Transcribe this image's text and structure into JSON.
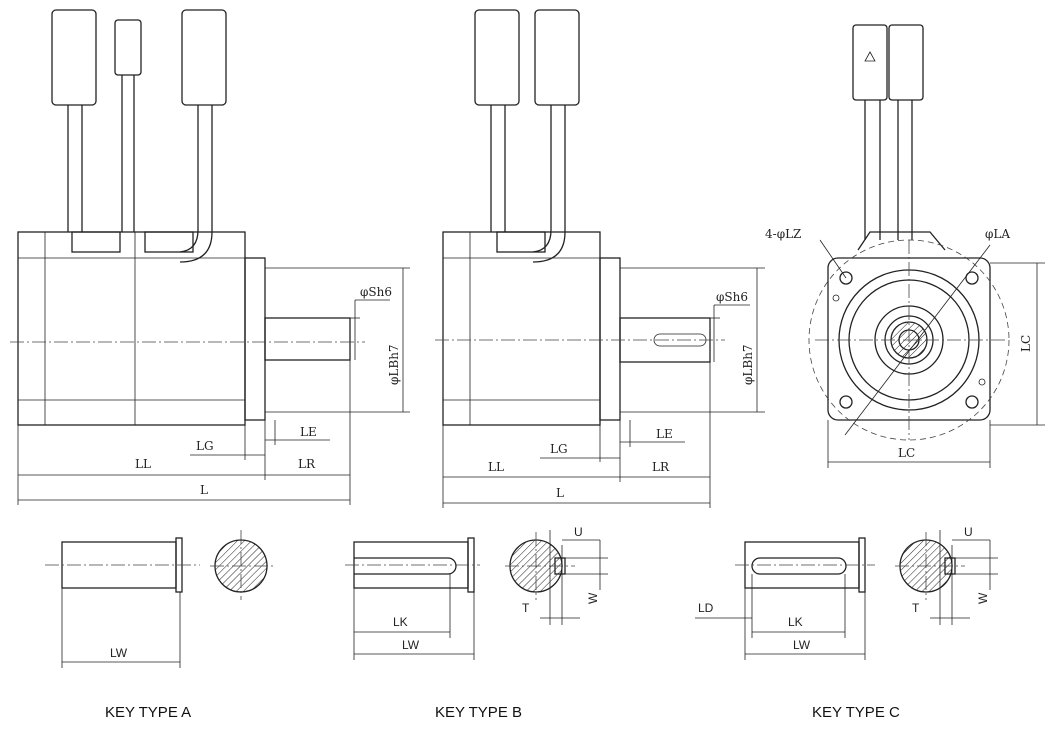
{
  "side_view_a": {
    "sh6": "φSh6",
    "lbh7": "φLBh7",
    "le": "LE",
    "lg": "LG",
    "ll": "LL",
    "lr": "LR",
    "l": "L"
  },
  "side_view_b": {
    "sh6": "φSh6",
    "lbh7": "φLBh7",
    "le": "LE",
    "lg": "LG",
    "ll": "LL",
    "lr": "LR",
    "l": "L"
  },
  "front_view": {
    "lz": "4-φLZ",
    "la": "φLA",
    "lc_v": "LC",
    "lc_h": "LC"
  },
  "key_a": {
    "lw": "LW",
    "caption": "KEY TYPE   A"
  },
  "key_b": {
    "lk": "LK",
    "lw": "LW",
    "u": "U",
    "t": "T",
    "w": "W",
    "caption": "KEY TYPE   B"
  },
  "key_c": {
    "ld": "LD",
    "lk": "LK",
    "lw": "LW",
    "u": "U",
    "t": "T",
    "w": "W",
    "caption": "KEY TYPE   C"
  }
}
